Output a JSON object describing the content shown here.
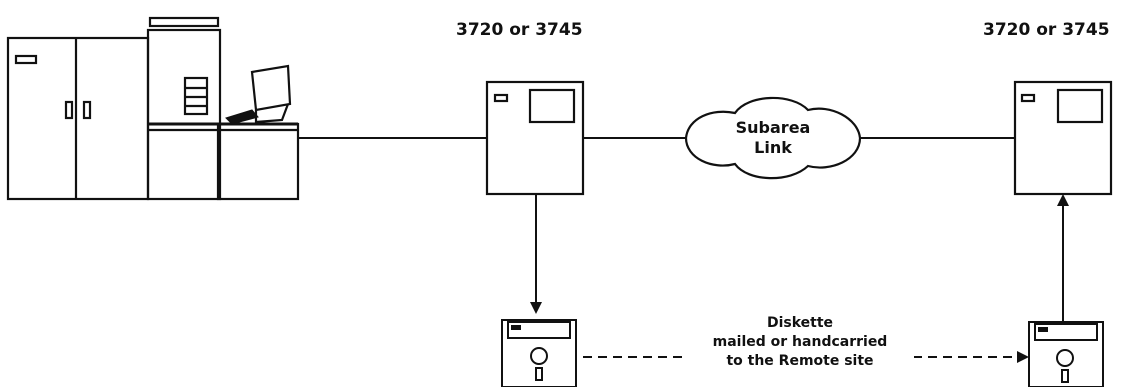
{
  "labels": {
    "fep_left": "3720 or 3745",
    "fep_right": "3720 or 3745",
    "cloud_line1": "Subarea",
    "cloud_line2": "Link",
    "diskette_line1": "Diskette",
    "diskette_line2": "mailed or handcarried",
    "diskette_line3": "to the Remote site"
  },
  "colors": {
    "stroke": "#111111",
    "background": "#ffffff"
  }
}
